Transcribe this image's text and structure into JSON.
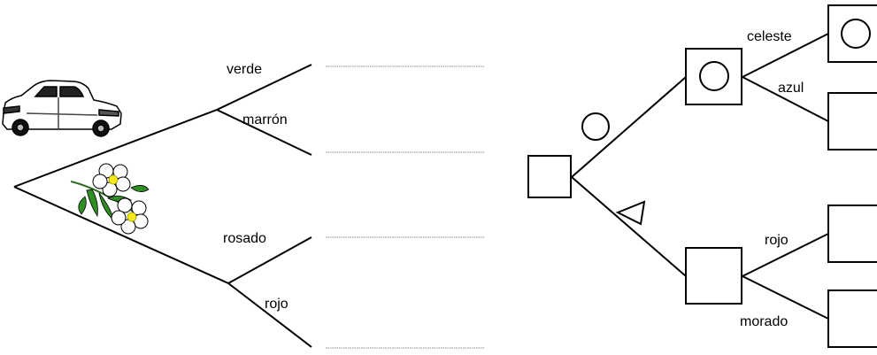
{
  "left_tree": {
    "branch_labels": {
      "verde": "verde",
      "marron": "marrón",
      "rosado": "rosado",
      "rojo": "rojo"
    },
    "icons": [
      "car-illustration",
      "flower-illustration"
    ]
  },
  "right_tree": {
    "branch_labels": {
      "celeste": "celeste",
      "azul": "azul",
      "rojo": "rojo",
      "morado": "morado"
    },
    "icons": [
      "circle-symbol",
      "triangle-symbol"
    ]
  },
  "colors": {
    "line": "#000000",
    "answer_line": "#8c8c8c"
  }
}
